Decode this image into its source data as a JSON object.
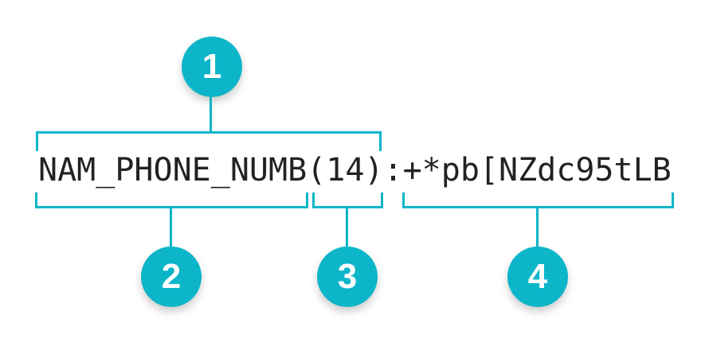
{
  "colors": {
    "accent": "#0db5c9",
    "text": "#232124",
    "background": "#ffffff",
    "callout_number": "#ffffff"
  },
  "token": {
    "field_name": "NAM_PHONE_NUMB",
    "length": "(14)",
    "separator": ":",
    "masked_value": "+*pb[NZdc95tLB"
  },
  "callouts": [
    {
      "number": "1"
    },
    {
      "number": "2"
    },
    {
      "number": "3"
    },
    {
      "number": "4"
    }
  ]
}
